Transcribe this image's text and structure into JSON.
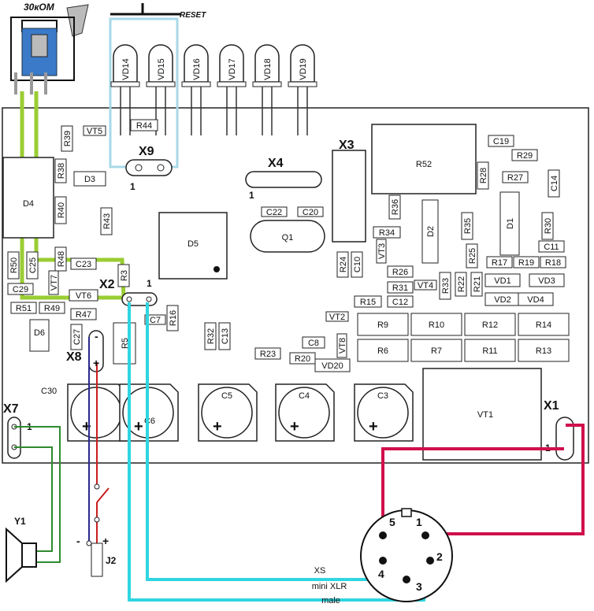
{
  "top_labels": {
    "pot": "30кОМ",
    "reset": "RESET"
  },
  "leds": [
    "VD14",
    "VD15",
    "VD16",
    "VD17",
    "VD18",
    "VD19"
  ],
  "connectors": {
    "x1": "X1",
    "x2": "X2",
    "x3": "X3",
    "x4": "X4",
    "x7": "X7",
    "x8": "X8",
    "x9": "X9"
  },
  "pin1": "1",
  "chips": {
    "d5": "D5",
    "d4": "D4",
    "r52": "R52",
    "q1": "Q1",
    "vt1": "VT1",
    "d1": "D1",
    "d2": "D2",
    "d3": "D3",
    "d6": "D6"
  },
  "caps": {
    "c30": "C30",
    "c6": "C6",
    "c5": "C5",
    "c4": "C4",
    "c3": "C3",
    "plus": "+"
  },
  "resistor_grid": [
    "R9",
    "R10",
    "R12",
    "R14",
    "R6",
    "R7",
    "R11",
    "R13"
  ],
  "parts": {
    "r44": "R44",
    "vt5": "VT5",
    "r39": "R39",
    "r38": "R38",
    "r40": "R40",
    "r43": "R43",
    "c22": "C22",
    "c20": "C20",
    "r36": "R36",
    "r34": "R34",
    "vt3": "VT3",
    "r26": "R26",
    "r31": "R31",
    "c12": "C12",
    "vt4": "VT4",
    "r33": "R33",
    "r22": "R22",
    "r21": "R21",
    "r25": "R25",
    "r35": "R35",
    "r28": "R28",
    "r27": "R27",
    "c19": "C19",
    "r29": "R29",
    "c14": "C14",
    "r30": "R30",
    "c11": "C11",
    "r17": "R17",
    "r19": "R19",
    "r18": "R18",
    "vd1": "VD1",
    "vd3": "VD3",
    "vd2": "VD2",
    "vd4": "VD4",
    "r24": "R24",
    "c10": "C10",
    "r15": "R15",
    "vt2": "VT2",
    "vt8": "VT8",
    "c8": "C8",
    "r20": "R20",
    "vd20": "VD20",
    "r23": "R23",
    "r32": "R32",
    "c13": "C13",
    "r16": "R16",
    "c7": "C7",
    "r5": "R5",
    "r50": "R50",
    "r51": "R51",
    "r49": "R49",
    "vt7": "VT7",
    "vt6": "VT6",
    "r47": "R47",
    "c27": "C27",
    "c23": "C23",
    "c25": "C25",
    "c29": "C29",
    "r48": "R48",
    "r3": "R3"
  },
  "external": {
    "y1": "Y1",
    "j2": "J2",
    "minus": "-",
    "plus": "+"
  },
  "xlr": {
    "name": "XS",
    "type": "mini XLR",
    "gender": "male",
    "pins": [
      "1",
      "2",
      "3",
      "4",
      "5"
    ]
  },
  "colors": {
    "lime": "#9ACD32",
    "cyan": "#2FD5E0",
    "crimson": "#D0104C",
    "lightblue": "#A8D8E8",
    "green": "#2E8B2E",
    "red": "#C81E1E",
    "navy": "#2A2A8C"
  }
}
